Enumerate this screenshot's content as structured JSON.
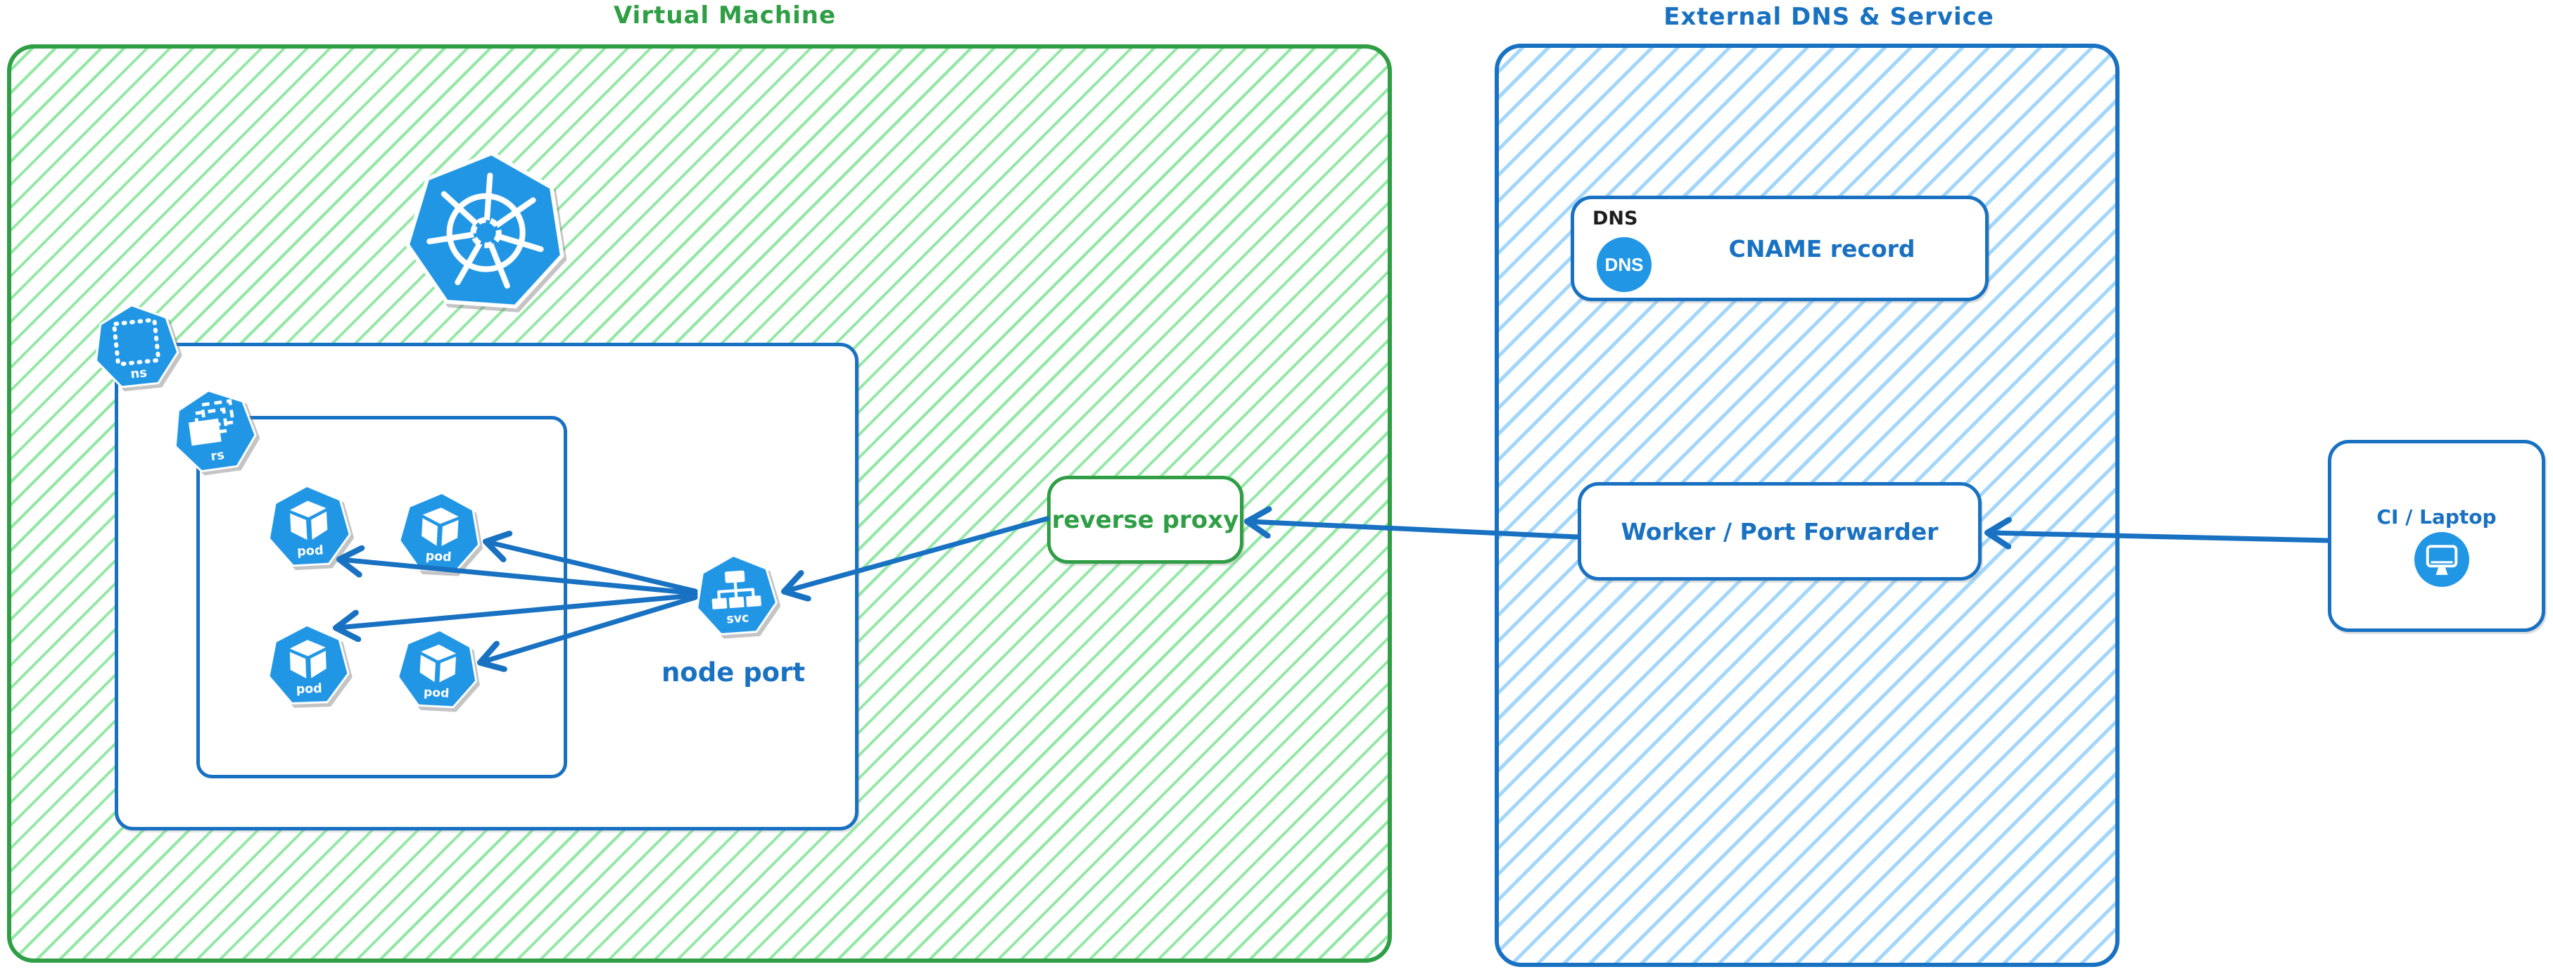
{
  "colors": {
    "green": "#2f9e44",
    "green_hatch": "#94e8a6",
    "blue": "#1971c2",
    "blue_hatch": "#a2d6fb",
    "icon_blue": "#2196e5",
    "black": "#1e1e1e",
    "white": "#ffffff"
  },
  "groups": {
    "vm": {
      "title": "Virtual Machine"
    },
    "external": {
      "title": "External DNS & Service"
    }
  },
  "kubernetes": {
    "logo_icon": "kubernetes-wheel-icon",
    "namespace": {
      "label": "ns",
      "icon": "namespace-heptagon-icon"
    },
    "replicaset": {
      "label": "rs",
      "icon": "replicaset-heptagon-icon"
    },
    "pods": [
      {
        "label": "pod"
      },
      {
        "label": "pod"
      },
      {
        "label": "pod"
      },
      {
        "label": "pod"
      }
    ],
    "service": {
      "label": "svc",
      "icon": "service-heptagon-icon",
      "caption": "node port"
    }
  },
  "nodes": {
    "reverse_proxy": {
      "label": "reverse proxy"
    },
    "dns": {
      "header": "DNS",
      "badge": "DNS",
      "label": "CNAME record",
      "badge_icon": "dns-circle-icon"
    },
    "worker": {
      "label": "Worker / Port Forwarder"
    },
    "ci": {
      "label": "CI / Laptop",
      "icon": "monitor-icon"
    }
  }
}
